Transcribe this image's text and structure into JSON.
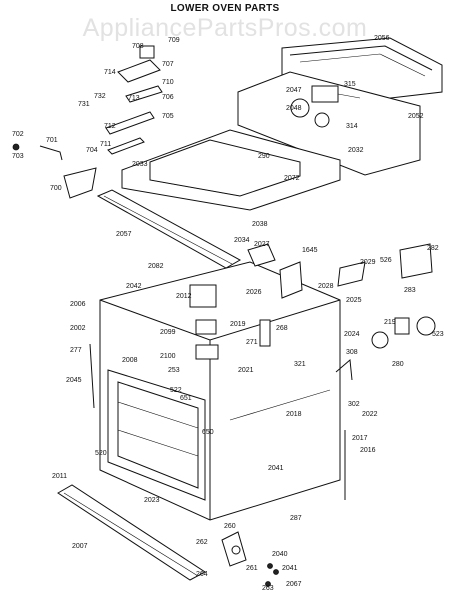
{
  "header": {
    "title": "LOWER OVEN PARTS",
    "watermark": "AppliancePartsPros.com"
  },
  "diagram": {
    "callouts": [
      "708",
      "709",
      "707",
      "714",
      "710",
      "713",
      "706",
      "731",
      "732",
      "705",
      "712",
      "702",
      "701",
      "711",
      "703",
      "704",
      "700",
      "2056",
      "2047",
      "315",
      "2048",
      "314",
      "2052",
      "290",
      "2032",
      "2033",
      "2072",
      "2057",
      "2038",
      "2034",
      "2027",
      "1645",
      "2029",
      "526",
      "282",
      "283",
      "2028",
      "2025",
      "2082",
      "2042",
      "2006",
      "2012",
      "2026",
      "2019",
      "268",
      "2002",
      "2099",
      "2024",
      "219",
      "523",
      "271",
      "277",
      "2008",
      "2100",
      "321",
      "308",
      "280",
      "2045",
      "253",
      "522",
      "651",
      "2021",
      "302",
      "650",
      "2018",
      "2022",
      "2017",
      "520",
      "2016",
      "2041",
      "2011",
      "2023",
      "287",
      "2007",
      "262",
      "260",
      "2040",
      "261",
      "2041",
      "264",
      "263",
      "2067"
    ]
  }
}
